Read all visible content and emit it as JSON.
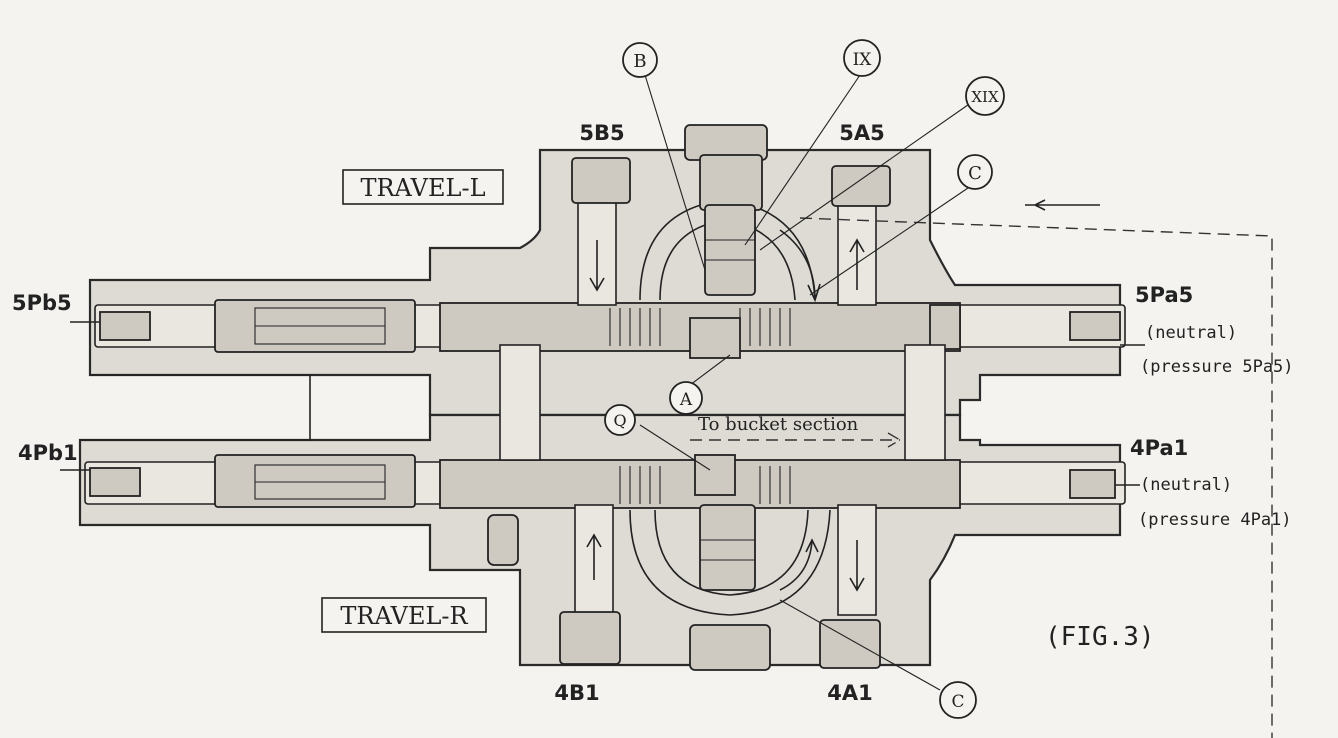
{
  "labels": {
    "travel_l": "TRAVEL-L",
    "travel_r": "TRAVEL-R",
    "port_5b5": "5B5",
    "port_5a5": "5A5",
    "port_4b1": "4B1",
    "port_4a1": "4A1",
    "port_5pb5": "5Pb5",
    "port_5pa5": "5Pa5",
    "port_4pb1": "4Pb1",
    "port_4pa1": "4Pa1",
    "note_5pa5_neutral": "(neutral)",
    "note_5pa5_pressure": "(pressure 5Pa5)",
    "note_4pa1_neutral": "(neutral)",
    "note_4pa1_pressure": "(pressure 4Pa1)",
    "flow_note": "To bucket section",
    "figure": "(FIG.3)"
  },
  "callouts": {
    "b": "B",
    "ix": "IX",
    "xix": "XIX",
    "c_top": "C",
    "a": "A",
    "q": "Q",
    "c_bottom": "C"
  }
}
